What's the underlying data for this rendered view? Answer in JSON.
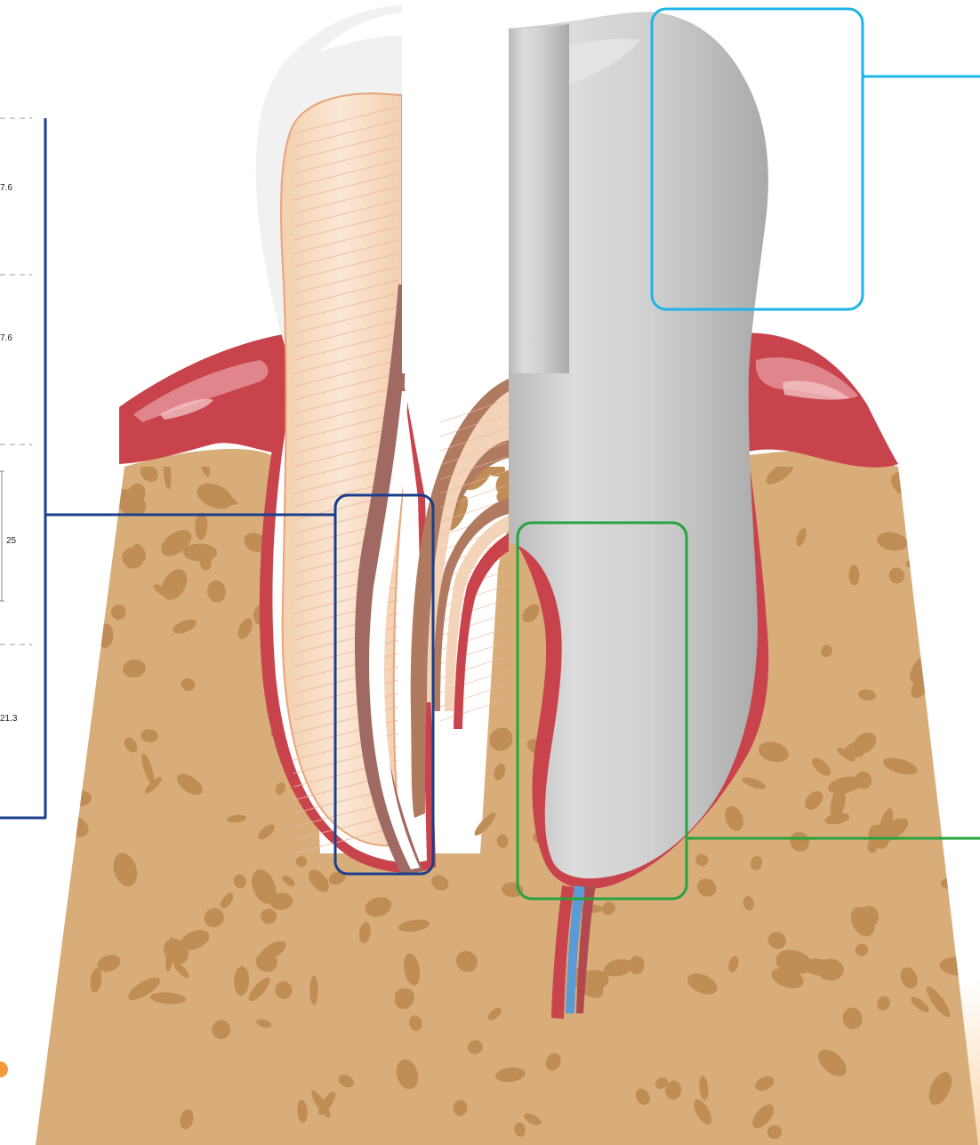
{
  "colors": {
    "bone": "#d8ad7a",
    "bone_pore": "#bf8d55",
    "gum": "#c8434c",
    "gum_highlight": "#e49096",
    "implant": "#c4c4c4",
    "tooth_dentin": "#f6dcc4",
    "tooth_pulp": "#e8b79c",
    "box_crown": "#1cb4e8",
    "box_root": "#1b3f8c",
    "box_implant": "#27a33e",
    "accent_dot": "#f29a3b"
  },
  "measurements": {
    "m1": "7.6",
    "m2": "7.6",
    "m3": "25",
    "m4": "21.3"
  }
}
